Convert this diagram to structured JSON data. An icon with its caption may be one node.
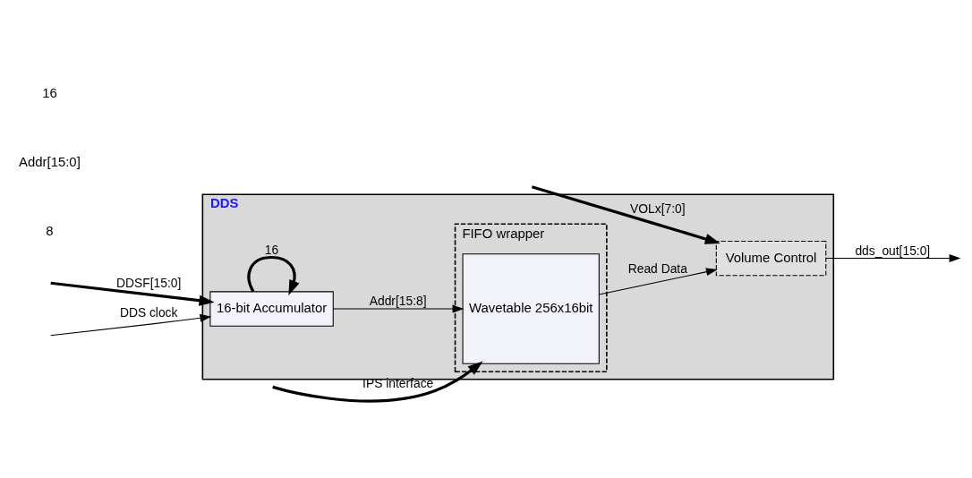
{
  "diagram": {
    "nodes": [
      {
        "text": [
          "DDS"
        ]
      },
      {
        "text": [
          "FIFO wrapper"
        ],
        "in": 0
      },
      {
        "text": [
          "Wavetable 256x16bit"
        ],
        "in": 1
      },
      {
        "text": [
          "16-bit Accumulator"
        ],
        "in": 0
      },
      {
        "text": [
          "Volume Control"
        ],
        "in": 0
      }
    ],
    "edges": [
      {
        "from": null,
        "to": 2,
        "arrow": "to",
        "label": "IPS interface",
        "style": "thick"
      },
      {
        "from": 3,
        "to": 3,
        "arrow": "to",
        "label": "16",
        "style": "thick"
      },
      {
        "from": 3,
        "to": 2,
        "arrow": "to",
        "label": "Addr[15:8]"
      },
      {
        "from": null,
        "to": 3,
        "arrow": "to",
        "label": "DDSF[15:0]",
        "style": "thick"
      },
      {
        "from": null,
        "to": 3,
        "arrow": "to",
        "label": "DDS clock"
      },
      {
        "from": 2,
        "to": 4,
        "arrow": "to",
        "label": "Read Data"
      },
      {
        "from": null,
        "to": 4,
        "arrow": "to",
        "label": "VOLx[7:0]",
        "style": "thick"
      },
      {
        "from": 4,
        "to": null,
        "arrow": "to",
        "label": "dds_out[15:0]"
      }
    ],
    "labels": [
      "8",
      "Addr[15:0]",
      "16"
    ]
  }
}
